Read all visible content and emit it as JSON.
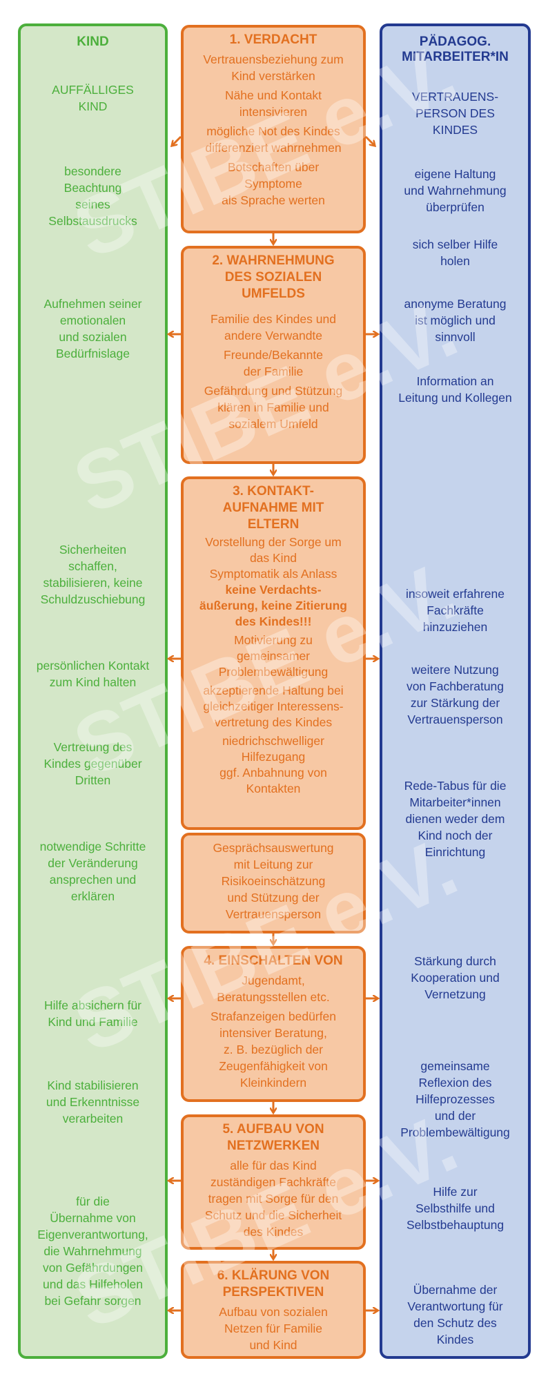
{
  "left": {
    "header": "KIND",
    "items": [
      "AUFFÄLLIGES\nKIND",
      "besondere\nBeachtung\nseines\nSelbstausdrucks",
      "Aufnehmen seiner\nemotionalen\nund sozialen\nBedürfnislage",
      "Sicherheiten\nschaffen,\nstabilisieren, keine\nSchuldzuschiebung",
      "persönlichen Kontakt\nzum Kind halten",
      "Vertretung des\nKindes gegenüber\nDritten",
      "notwendige Schritte\nder Veränderung\nansprechen und\nerklären",
      "Hilfe absichern für\nKind und Familie",
      "Kind stabilisieren\nund Erkenntnisse\nverarbeiten",
      "für die\nÜbernahme von\nEigenverantwortung,\ndie Wahrnehmung\nvon Gefährdungen\nund das Hilfeholen\nbei Gefahr sorgen"
    ]
  },
  "right": {
    "header": "PÄDAGOG.\nMITARBEITER*IN",
    "items": [
      "VERTRAUENS-\nPERSON DES\nKINDES",
      "eigene Haltung\nund Wahrnehmung\nüberprüfen",
      "sich selber Hilfe\nholen",
      "anonyme Beratung\nist möglich und\nsinnvoll",
      "Information an\nLeitung und Kollegen",
      "insoweit erfahrene\nFachkräfte\nhinzuziehen",
      "weitere Nutzung\nvon Fachberatung\nzur Stärkung der\nVertrauensperson",
      "Rede-Tabus für die\nMitarbeiter*innen\ndienen weder dem\nKind noch der\nEinrichtung",
      "Stärkung durch\nKooperation und\nVernetzung",
      "gemeinsame\nReflexion des\nHilfeprozesses\nund der\nProblembewältigung",
      "Hilfe zur\nSelbsthilfe und\nSelbstbehauptung",
      "Übernahme der\nVerantwortung für\nden Schutz des\nKindes"
    ]
  },
  "center": {
    "box1": {
      "title": "1. VERDACHT",
      "items": [
        "Vertrauensbeziehung zum\nKind verstärken",
        "Nähe und Kontakt\nintensivieren",
        "mögliche Not des Kindes\ndifferenziert wahrnehmen",
        "Botschaften über\nSymptome\nals Sprache werten"
      ]
    },
    "box2": {
      "title": "2. WAHRNEHMUNG\nDES SOZIALEN\nUMFELDS",
      "items": [
        "Familie des Kindes und\nandere Verwandte",
        "Freunde/Bekannte\nder Familie",
        "Gefährdung und Stützung\nklären in Familie und\nsozialem Umfeld"
      ]
    },
    "box3": {
      "title": "3. KONTAKT-\nAUFNAHME MIT\nELTERN",
      "items": [
        "Vorstellung der Sorge um\ndas Kind",
        "Symptomatik als Anlass",
        "keine Verdachts-\näußerung, keine Zitierung\ndes Kindes!!!",
        "Motivierung zu\ngemeinsamer\nProblembewältigung",
        "akzeptierende Haltung bei\ngleichzeitiger Interessens-\nvertretung des Kindes",
        "niedrichschwelliger\nHilfezugang\nggf. Anbahnung von\nKontakten"
      ]
    },
    "box_eval": {
      "text": "Gesprächsauswertung\nmit Leitung zur\nRisikoeinschätzung\nund Stützung der\nVertrauensperson"
    },
    "box4": {
      "title": "4. EINSCHALTEN VON",
      "items": [
        "Jugendamt,\nBeratungsstellen etc.",
        "Strafanzeigen bedürfen\nintensiver Beratung,\nz. B. bezüglich der\nZeugenfähigkeit von\nKleinkindern"
      ]
    },
    "box5": {
      "title": "5. AUFBAU VON\nNETZWERKEN",
      "items": [
        "alle für das Kind\nzuständigen Fachkräfte\ntragen mit Sorge für den\nSchutz und die Sicherheit\ndes Kindes"
      ]
    },
    "box6": {
      "title": "6. KLÄRUNG VON\nPERSPEKTIVEN",
      "items": [
        "Aufbau von sozialen\nNetzen für Familie\nund Kind"
      ]
    }
  },
  "watermark": "STIBE e.V.",
  "colors": {
    "kind_green": "#4caf3c",
    "kind_fill": "#d4e7c8",
    "staff_blue": "#233a90",
    "staff_fill": "#c5d3ec",
    "step_orange": "#e27020",
    "step_fill": "#f7c8a4"
  }
}
